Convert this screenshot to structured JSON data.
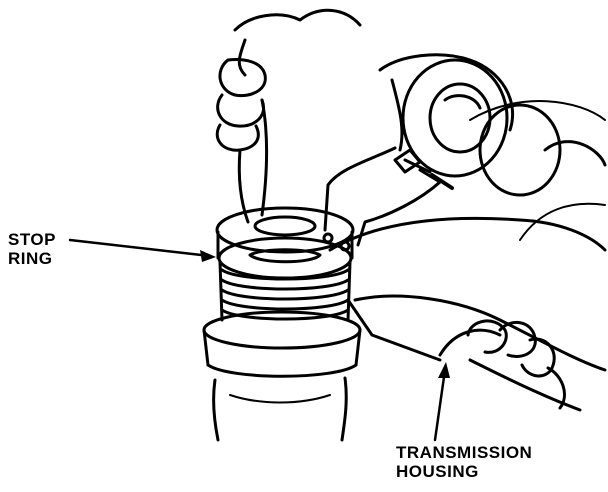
{
  "callouts": {
    "stop_ring": {
      "line1": "STOP",
      "line2": "RING"
    },
    "transmission_housing": {
      "line1": "TRANSMISSION",
      "line2": "HOUSING"
    }
  },
  "colors": {
    "ink": "#000000",
    "paper": "#ffffff"
  },
  "illustration_parts": [
    "hand-upper-icon",
    "hand-lower-icon",
    "pliers-icon",
    "stop-ring",
    "bearing-race",
    "shaft-assembly",
    "transmission-housing"
  ]
}
